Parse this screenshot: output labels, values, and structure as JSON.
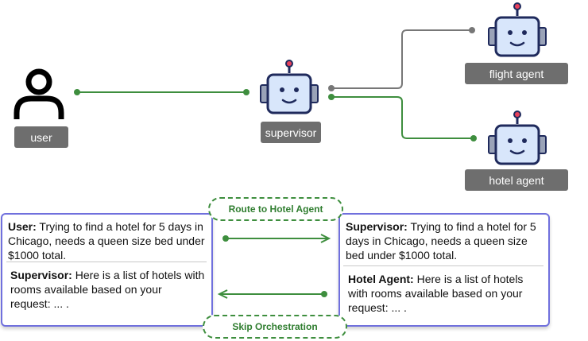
{
  "nodes": {
    "user_label": "user",
    "supervisor_label": "supervisor",
    "flight_agent_label": "flight agent",
    "hotel_agent_label": "hotel agent"
  },
  "routes": {
    "top_pill": "Route to Hotel Agent",
    "bottom_pill": "Skip Orchestration"
  },
  "left_panel": {
    "msg1_speaker": "User:",
    "msg1_text": " Trying to find a hotel for 5 days in Chicago, needs a queen size bed under $1000 total.",
    "msg2_speaker": "Supervisor:",
    "msg2_text": " Here is a list of hotels with rooms available based on your request: ... ."
  },
  "right_panel": {
    "msg1_speaker": "Supervisor:",
    "msg1_text": " Trying to find a hotel for 5 days in Chicago, needs a queen size bed under $1000 total.",
    "msg2_speaker": "Hotel Agent:",
    "msg2_text": " Here is a list of hotels with rooms available based on your request: ... ."
  },
  "colors": {
    "green": "#3e8e3e",
    "gray_line": "#777777",
    "robot_outline": "#1f2a5c",
    "robot_face": "#d8e6fb",
    "antenna": "#e8415b",
    "panel_border": "#7070dd"
  }
}
